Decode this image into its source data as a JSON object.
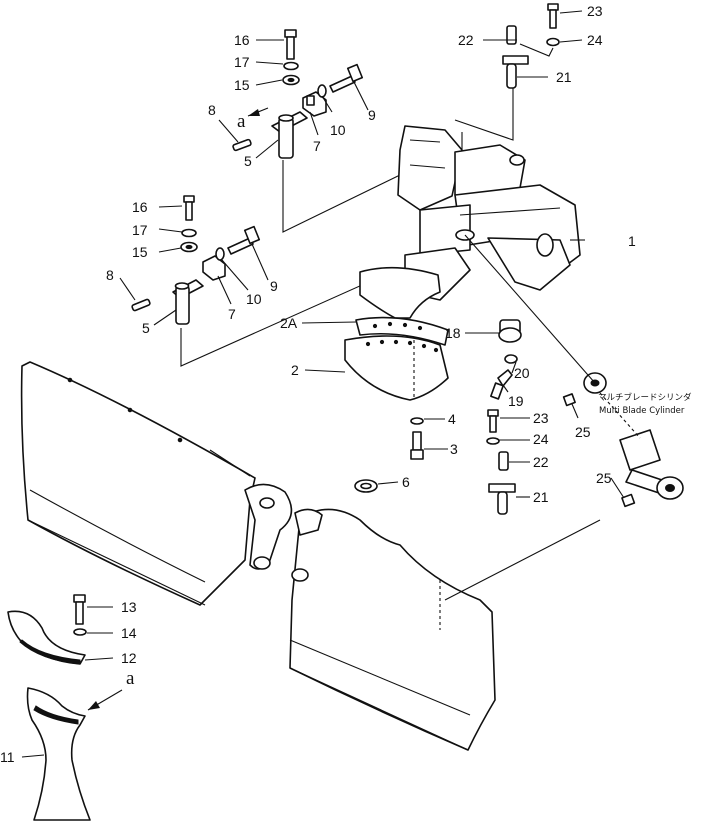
{
  "callouts": {
    "c1": "1",
    "c2": "2",
    "c2a": "2A",
    "c3": "3",
    "c4": "4",
    "c5a": "5",
    "c5b": "5",
    "c6": "6",
    "c7a": "7",
    "c7b": "7",
    "c8a": "8",
    "c8b": "8",
    "c9a": "9",
    "c9b": "9",
    "c10a": "10",
    "c10b": "10",
    "c11": "11",
    "c12": "12",
    "c13": "13",
    "c14": "14",
    "c15a": "15",
    "c15b": "15",
    "c16a": "16",
    "c16b": "16",
    "c17a": "17",
    "c17b": "17",
    "c18": "18",
    "c19": "19",
    "c20": "20",
    "c21a": "21",
    "c21b": "21",
    "c22a": "22",
    "c22b": "22",
    "c23a": "23",
    "c23b": "23",
    "c24a": "24",
    "c24b": "24",
    "c25a": "25",
    "c25b": "25"
  },
  "detail_marks": {
    "top": "a",
    "bottom": "a"
  },
  "cylinder_note": {
    "jp": "マルチブレードシリンダ",
    "en": "Multi Blade Cylinder"
  }
}
